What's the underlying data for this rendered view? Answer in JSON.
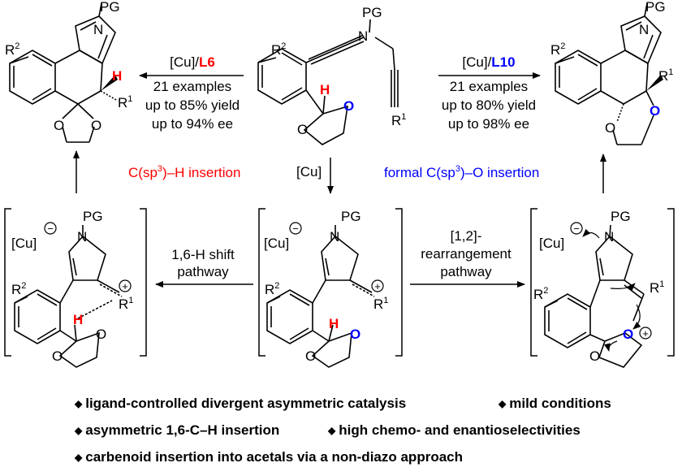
{
  "top_left": {
    "catalyst": "[Cu]/",
    "ligand": "L6",
    "lines": [
      "21 examples",
      "up to 85% yield",
      "up to 94% ee"
    ]
  },
  "top_right": {
    "catalyst": "[Cu]/",
    "ligand": "L10",
    "lines": [
      "21 examples",
      "up to 80% yield",
      "up to 98% ee"
    ]
  },
  "middle": {
    "cu_label": "[Cu]",
    "left_path": {
      "pre": "C(sp",
      "sup": "3",
      "post": ")–H insertion"
    },
    "right_path": {
      "pre": "formal C(sp",
      "sup": "3",
      "post": ")–O insertion"
    }
  },
  "left_arrow": {
    "lines": [
      "1,6-H shift",
      "pathway"
    ]
  },
  "right_arrow": {
    "lines": [
      "[1,2]-",
      "rearrangement",
      "pathway"
    ]
  },
  "atoms": {
    "pg": "PG",
    "n": "N",
    "o": "O",
    "h": "H",
    "cu": "[Cu]",
    "r": "R",
    "sup1": "1",
    "sup2": "2",
    "minus": "−",
    "plus": "+"
  },
  "colors": {
    "red": "#ff0000",
    "blue": "#0000ff"
  },
  "bullets": [
    "ligand-controlled divergent asymmetric catalysis",
    "mild conditions",
    "asymmetric 1,6-C–H insertion",
    "high chemo- and enantioselectivities",
    "carbenoid insertion into acetals via a non-diazo approach"
  ]
}
